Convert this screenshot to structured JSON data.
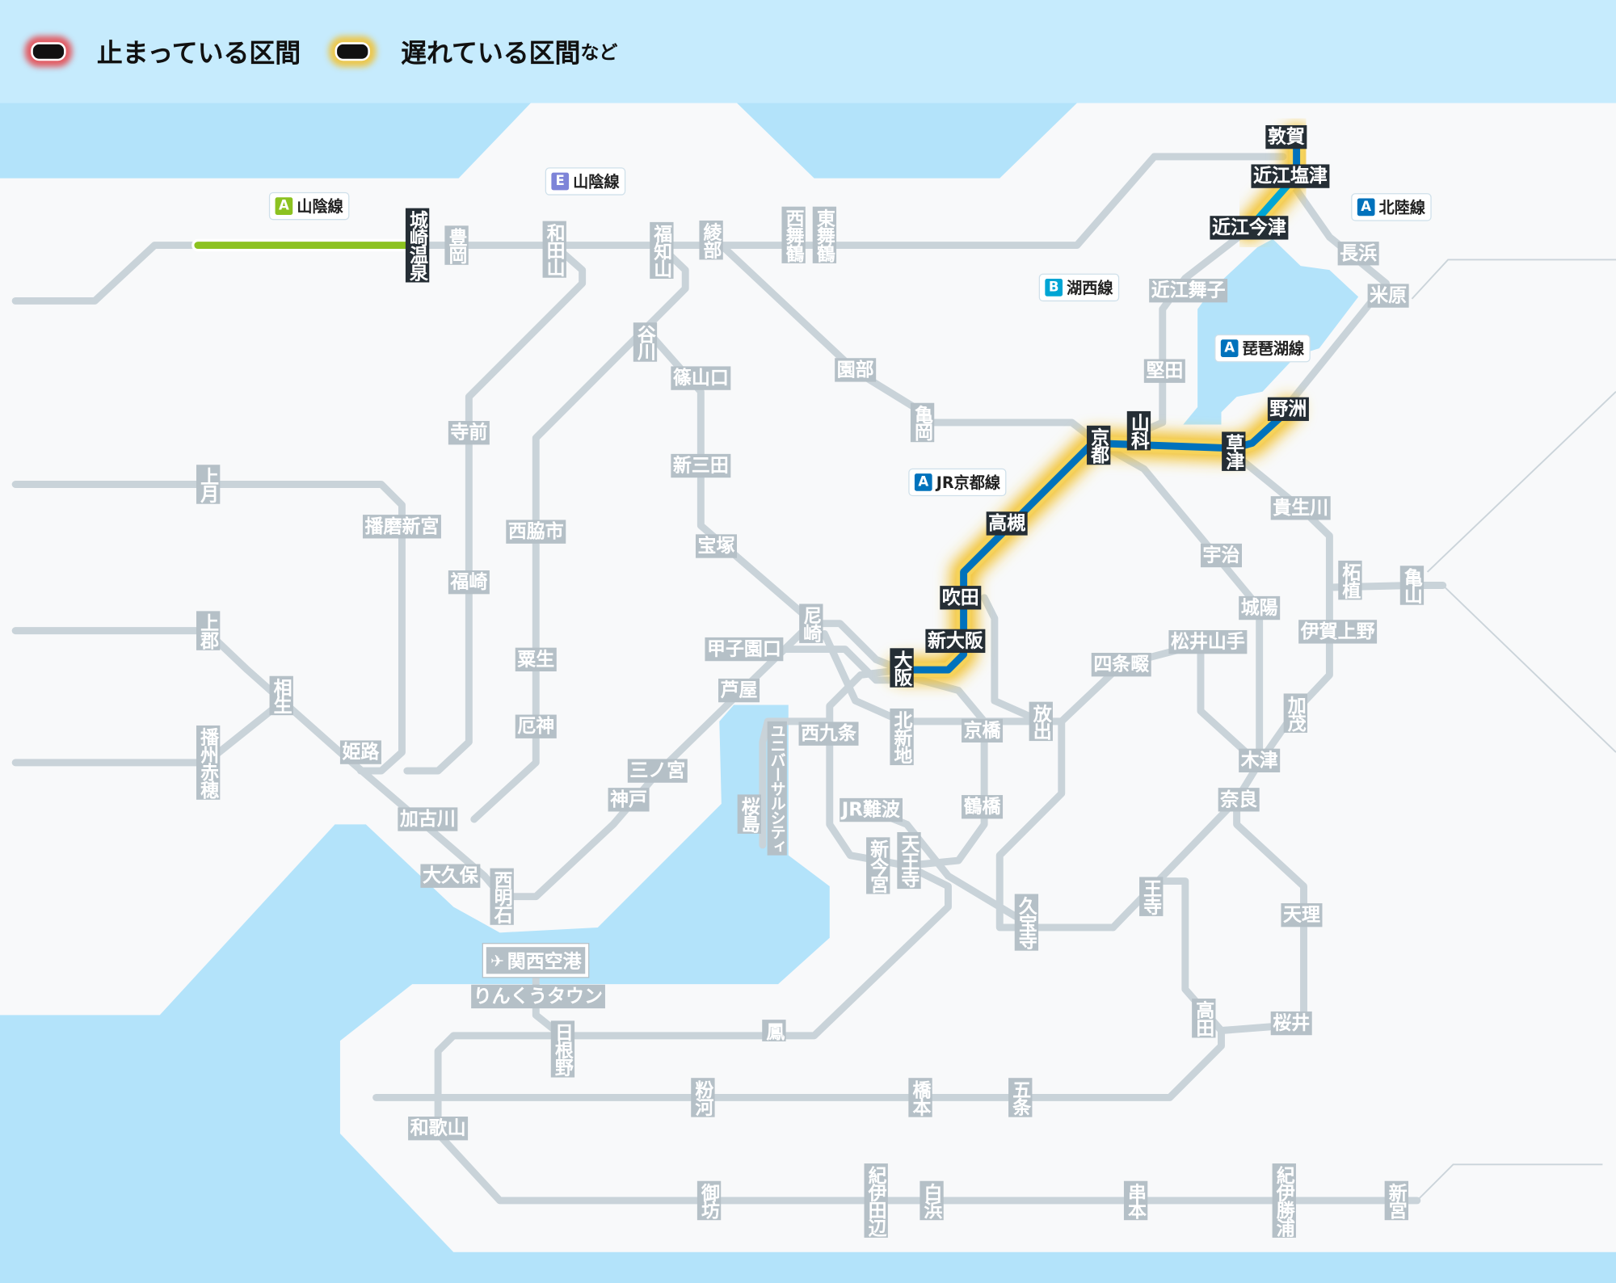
{
  "legend": {
    "stopped": "止まっている区間",
    "delayed": "遅れている区間",
    "delayed_suffix": "など"
  },
  "colors": {
    "stopped": "#e8383d",
    "delayed": "#f2c12e",
    "line_active": "#0072bc",
    "line_gray": "#c9d3d9",
    "sea": "#b3e3fa"
  },
  "badges": [
    {
      "key": "A",
      "name": "山陰線",
      "color": "#8cc220"
    },
    {
      "key": "E",
      "name": "山陰線",
      "color": "#7e84d8"
    },
    {
      "key": "A",
      "name": "北陸線",
      "color": "#0072bc"
    },
    {
      "key": "B",
      "name": "湖西線",
      "color": "#00a5d4"
    },
    {
      "key": "A",
      "name": "琵琶湖線",
      "color": "#0072bc"
    },
    {
      "key": "A",
      "name": "JR京都線",
      "color": "#0072bc"
    }
  ],
  "airport": {
    "icon": "airplane-icon",
    "name": "関西空港"
  },
  "stations": [
    "城崎温泉",
    "豊岡",
    "和田山",
    "福知山",
    "綾部",
    "西舞鶴",
    "東舞鶴",
    "谷川",
    "篠山口",
    "園部",
    "亀岡",
    "寺前",
    "上月",
    "播磨新宮",
    "西脇市",
    "新三田",
    "宝塚",
    "福崎",
    "粟生",
    "上郡",
    "相生",
    "播州赤穂",
    "姫路",
    "厄神",
    "加古川",
    "大久保",
    "西明石",
    "三ノ宮",
    "神戸",
    "甲子園口",
    "芦屋",
    "尼崎",
    "ユニバーサルシティ",
    "桜島",
    "西九条",
    "大阪",
    "新大阪",
    "吹田",
    "高槻",
    "北新地",
    "京橋",
    "JR難波",
    "新今宮",
    "天王寺",
    "鶴橋",
    "放出",
    "久宝寺",
    "四条畷",
    "京都",
    "山科",
    "草津",
    "野洲",
    "堅田",
    "近江舞子",
    "近江今津",
    "近江塩津",
    "敦賀",
    "長浜",
    "米原",
    "宇治",
    "貴生川",
    "城陽",
    "松井山手",
    "柘植",
    "亀山",
    "伊賀上野",
    "加茂",
    "木津",
    "奈良",
    "王寺",
    "天理",
    "高田",
    "桜井",
    "りんくうタウン",
    "日根野",
    "鳳",
    "粉河",
    "橋本",
    "五条",
    "和歌山",
    "御坊",
    "紀伊田辺",
    "白浜",
    "串本",
    "紀伊勝浦",
    "新宮"
  ]
}
